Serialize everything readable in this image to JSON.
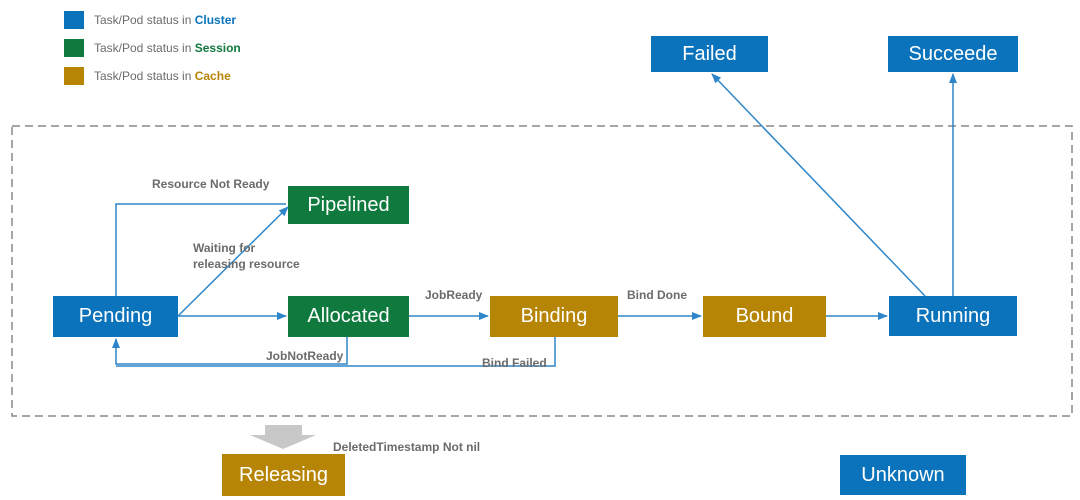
{
  "colors": {
    "cluster": "#0a73bb",
    "session": "#107a3e",
    "cache": "#b78505",
    "edge": "#2e86c8",
    "border": "#888888",
    "label": "#6b6b6b",
    "releasing_arrow": "#c8c8c8"
  },
  "legend": [
    {
      "prefix": "Task/Pod status in ",
      "strong": "Cluster",
      "color_key": "cluster"
    },
    {
      "prefix": "Task/Pod status in ",
      "strong": "Session",
      "color_key": "session"
    },
    {
      "prefix": "Task/Pod status in ",
      "strong": "Cache",
      "color_key": "cache"
    }
  ],
  "nodes": {
    "failed": "Failed",
    "succeede": "Succeede",
    "pipelined": "Pipelined",
    "pending": "Pending",
    "allocated": "Allocated",
    "binding": "Binding",
    "bound": "Bound",
    "running": "Running",
    "releasing": "Releasing",
    "unknown": "Unknown"
  },
  "edge_labels": {
    "resource_not_ready": "Resource Not Ready",
    "waiting_line1": "Waiting for",
    "waiting_line2": "releasing resource",
    "job_ready": "JobReady",
    "bind_done": "Bind Done",
    "job_not_ready": "JobNotReady",
    "bind_failed": "Bind Failed",
    "deleted_timestamp": "DeletedTimestamp Not nil"
  }
}
